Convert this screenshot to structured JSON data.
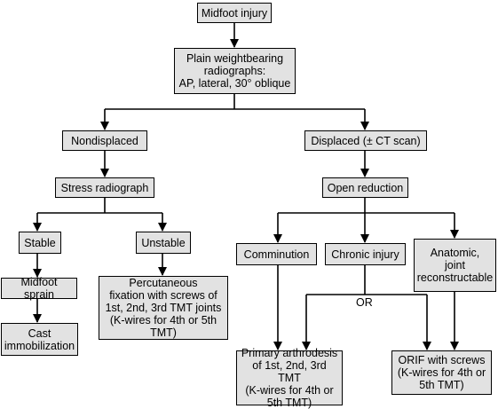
{
  "nodes": {
    "midfoot_injury": "Midfoot injury",
    "radiographs": "Plain weightbearing\nradiographs:\nAP, lateral, 30° oblique",
    "nondisplaced": "Nondisplaced",
    "displaced": "Displaced (± CT scan)",
    "stress_radiograph": "Stress radiograph",
    "open_reduction": "Open reduction",
    "stable": "Stable",
    "unstable": "Unstable",
    "comminution": "Comminution",
    "chronic_injury": "Chronic injury",
    "anatomic": "Anatomic,\njoint\nreconstructable",
    "midfoot_sprain": "Midfoot sprain",
    "percutaneous": "Percutaneous\nfixation with screws of\n1st, 2nd, 3rd TMT joints\n(K-wires for 4th or 5th\nTMT)",
    "cast": "Cast\nimmobilization",
    "primary_arthrodesis": "Primary arthrodesis\nof 1st, 2nd, 3rd TMT\n(K-wires for 4th or\n5th TMT)",
    "orif": "ORIF with screws\n(K-wires for 4th or\n5th TMT)"
  },
  "labels": {
    "or": "OR"
  },
  "colors": {
    "box_fill": "#e2e2e2",
    "line": "#000000"
  }
}
